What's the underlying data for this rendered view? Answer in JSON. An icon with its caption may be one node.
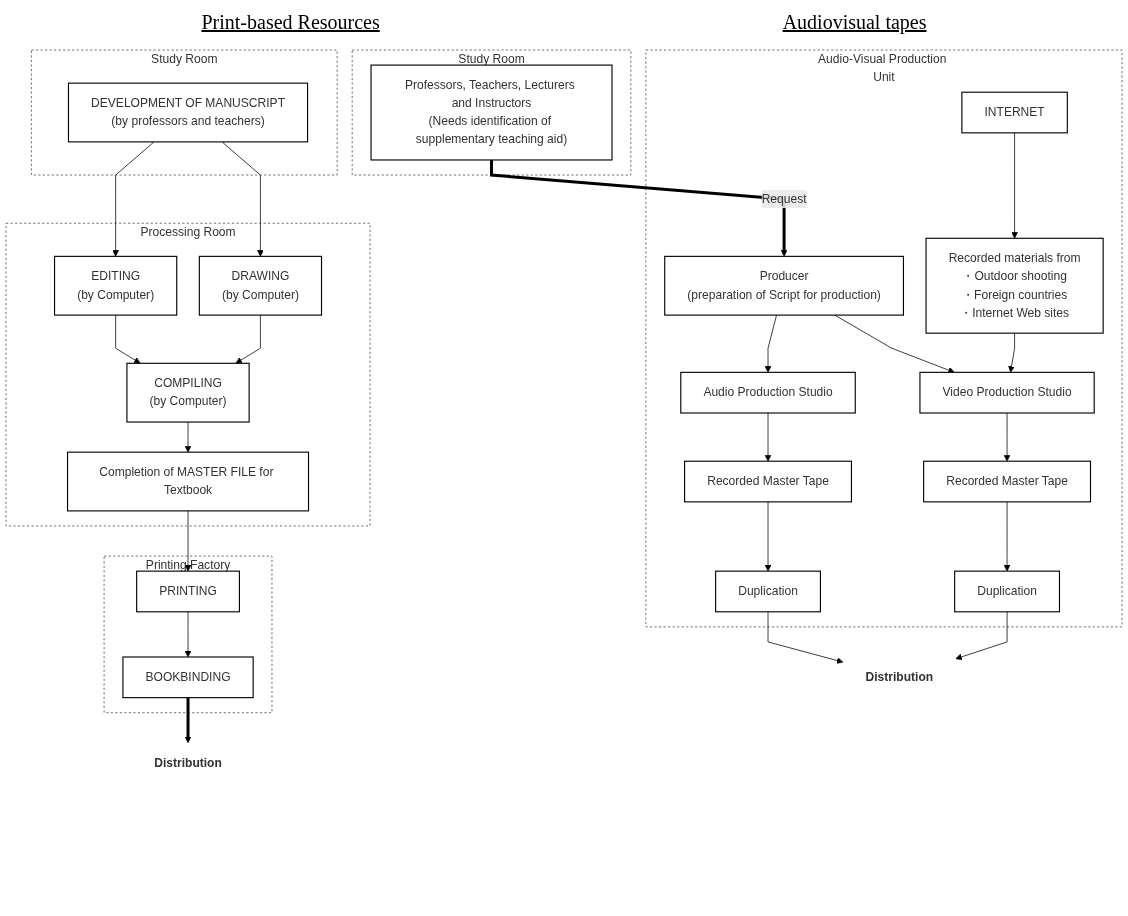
{
  "diagram": {
    "nodes": [
      {
        "text": [
          "Study Room"
        ]
      },
      {
        "text": [
          "DEVELOPMENT OF MANUSCRIPT",
          "(by professors and teachers)"
        ],
        "in": 0
      },
      {
        "text": [
          "Processing Room"
        ]
      },
      {
        "text": [
          "EDITING",
          "(by Computer)"
        ],
        "in": 2
      },
      {
        "text": [
          "DRAWING",
          "(by Computer)"
        ],
        "in": 2
      },
      {
        "text": [
          "COMPILING",
          "(by Computer)"
        ],
        "in": 2
      },
      {
        "text": [
          "Completion of MASTER FILE for Textbook"
        ],
        "in": 2
      },
      {
        "text": [
          "Printing Factory"
        ]
      },
      {
        "text": [
          "PRINTING"
        ],
        "in": 7
      },
      {
        "text": [
          "BOOKBINDING"
        ],
        "in": 7
      },
      {
        "text": [
          "Distribution"
        ]
      },
      {
        "text": [
          "Study Room"
        ]
      },
      {
        "text": [
          "Professors, Teachers, Lecturers and Instructors",
          "(Needs identification of supplementary teaching aid)"
        ],
        "in": 11
      },
      {
        "text": [
          "Audio-Visual Production Unit"
        ]
      },
      {
        "text": [
          "Producer",
          "(preparation of Script for production)"
        ],
        "in": 13
      },
      {
        "text": [
          "Audio Production Studio"
        ],
        "in": 13
      },
      {
        "text": [
          "Video Production Studio"
        ],
        "in": 13
      },
      {
        "text": [
          "Recorded materials from",
          "・Outdoor shooting",
          "・Foreign countries",
          "・Internet Web sites"
        ],
        "in": 13
      },
      {
        "text": [
          "Recorded Master Tape"
        ],
        "in": 13
      },
      {
        "text": [
          "Recorded Master Tape"
        ],
        "in": 13
      },
      {
        "text": [
          "INTERNET"
        ],
        "in": 13
      },
      {
        "text": [
          "Duplication"
        ],
        "in": 13
      },
      {
        "text": [
          "Duplication"
        ],
        "in": 13
      },
      {
        "text": [
          "Distribution"
        ]
      }
    ],
    "edges": [
      {
        "from": 1,
        "to": 3,
        "arrow": "to"
      },
      {
        "from": 1,
        "to": 4,
        "arrow": "to"
      },
      {
        "from": 3,
        "to": 5,
        "arrow": "to"
      },
      {
        "from": 4,
        "to": 5,
        "arrow": "to"
      },
      {
        "from": 5,
        "to": 6,
        "arrow": "to"
      },
      {
        "from": 6,
        "to": 8,
        "arrow": "to"
      },
      {
        "from": 8,
        "to": 9,
        "arrow": "to"
      },
      {
        "from": 9,
        "to": 10,
        "arrow": "to",
        "style": "thick"
      },
      {
        "from": 12,
        "to": 14,
        "arrow": "to",
        "label": "Request",
        "style": "thick"
      },
      {
        "from": 14,
        "to": 15,
        "arrow": "to"
      },
      {
        "from": 14,
        "to": 16,
        "arrow": "to"
      },
      {
        "from": 17,
        "to": 16,
        "arrow": "to"
      },
      {
        "from": 15,
        "to": 18,
        "arrow": "to"
      },
      {
        "from": 16,
        "to": 19,
        "arrow": "to"
      },
      {
        "from": 20,
        "to": 17,
        "arrow": "to"
      },
      {
        "from": 18,
        "to": 21,
        "arrow": "to"
      },
      {
        "from": 19,
        "to": 22,
        "arrow": "to"
      },
      {
        "from": 21,
        "to": 23,
        "arrow": "to"
      },
      {
        "from": 22,
        "to": 23,
        "arrow": "to"
      }
    ],
    "labels": [
      "Print-based Resources",
      "Audiovisual tapes"
    ]
  }
}
